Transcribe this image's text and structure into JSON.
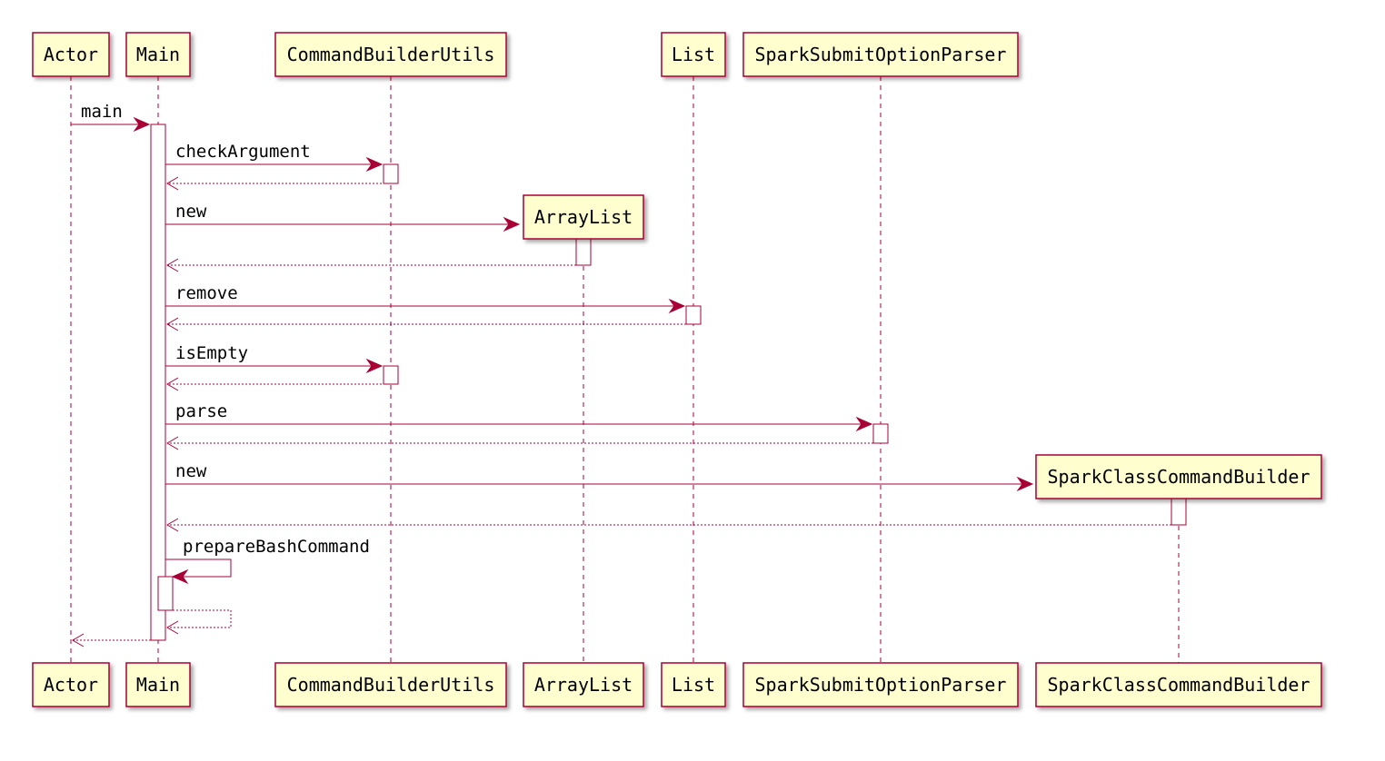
{
  "participants": [
    {
      "id": "actor",
      "label": "Actor"
    },
    {
      "id": "main",
      "label": "Main"
    },
    {
      "id": "cbu",
      "label": "CommandBuilderUtils"
    },
    {
      "id": "arraylist",
      "label": "ArrayList"
    },
    {
      "id": "list",
      "label": "List"
    },
    {
      "id": "ssop",
      "label": "SparkSubmitOptionParser"
    },
    {
      "id": "sccb",
      "label": "SparkClassCommandBuilder"
    }
  ],
  "messages": [
    {
      "label": "main",
      "from": "actor",
      "to": "main",
      "kind": "call"
    },
    {
      "label": "checkArgument",
      "from": "main",
      "to": "cbu",
      "kind": "call"
    },
    {
      "label": "",
      "from": "cbu",
      "to": "main",
      "kind": "return"
    },
    {
      "label": "new",
      "from": "main",
      "to": "arraylist",
      "kind": "create"
    },
    {
      "label": "",
      "from": "arraylist",
      "to": "main",
      "kind": "return"
    },
    {
      "label": "remove",
      "from": "main",
      "to": "list",
      "kind": "call"
    },
    {
      "label": "",
      "from": "list",
      "to": "main",
      "kind": "return"
    },
    {
      "label": "isEmpty",
      "from": "main",
      "to": "cbu",
      "kind": "call"
    },
    {
      "label": "",
      "from": "cbu",
      "to": "main",
      "kind": "return"
    },
    {
      "label": "parse",
      "from": "main",
      "to": "ssop",
      "kind": "call"
    },
    {
      "label": "",
      "from": "ssop",
      "to": "main",
      "kind": "return"
    },
    {
      "label": "new",
      "from": "main",
      "to": "sccb",
      "kind": "create"
    },
    {
      "label": "",
      "from": "sccb",
      "to": "main",
      "kind": "return"
    },
    {
      "label": "prepareBashCommand",
      "from": "main",
      "to": "main",
      "kind": "self-call"
    },
    {
      "label": "",
      "from": "main",
      "to": "main",
      "kind": "self-return"
    },
    {
      "label": "",
      "from": "main",
      "to": "actor",
      "kind": "return"
    }
  ],
  "colors": {
    "border": "#A80036",
    "box_fill": "#FEFECE",
    "activation_fill": "#FFFFFF"
  }
}
